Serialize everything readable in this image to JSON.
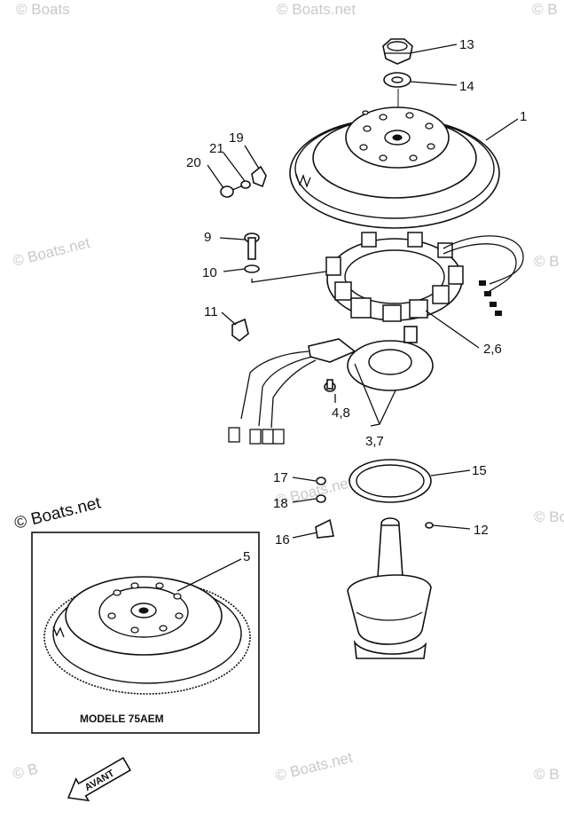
{
  "watermarks": [
    "© Boats",
    "© Boats.net",
    "© B",
    "© Boats.net",
    "© B",
    "© Boats.net",
    "© Boats.net",
    "© B",
    "© Boats.net",
    "© Boats.net",
    "© B"
  ],
  "callouts": {
    "c13": "13",
    "c14": "14",
    "c1": "1",
    "c19": "19",
    "c21": "21",
    "c20": "20",
    "c9": "9",
    "c10": "10",
    "c11": "11",
    "c26": "2,6",
    "c48": "4,8",
    "c37": "3,7",
    "c15": "15",
    "c17": "17",
    "c18": "18",
    "c16": "16",
    "c12": "12",
    "c5": "5"
  },
  "inset_caption": "MODELE 75AEM",
  "direction_label": "AVANT"
}
